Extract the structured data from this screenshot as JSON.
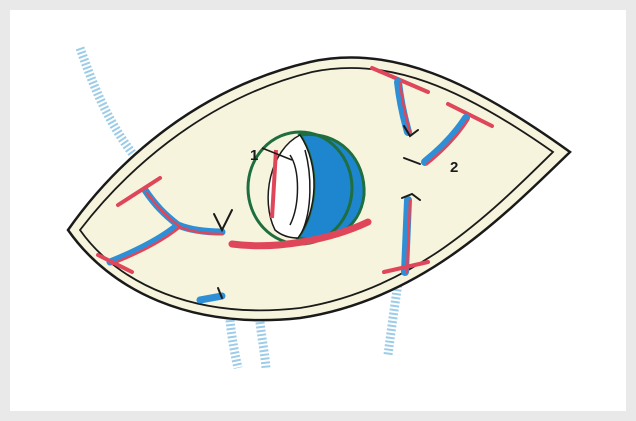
{
  "diagram": {
    "labels": [
      {
        "id": "one",
        "text": "1"
      },
      {
        "id": "two",
        "text": "2"
      }
    ],
    "colors": {
      "background": "#e9e9e9",
      "panel": "#ffffff",
      "pocket_fill": "#f6f4dc",
      "pocket_outline": "#1a1a1a",
      "vessel_blue": "#2f8fd6",
      "vessel_red": "#e0465a",
      "faint_blue": "#9ccce8",
      "device_blue": "#1e86cf",
      "device_rim": "#1f6e3f"
    }
  }
}
